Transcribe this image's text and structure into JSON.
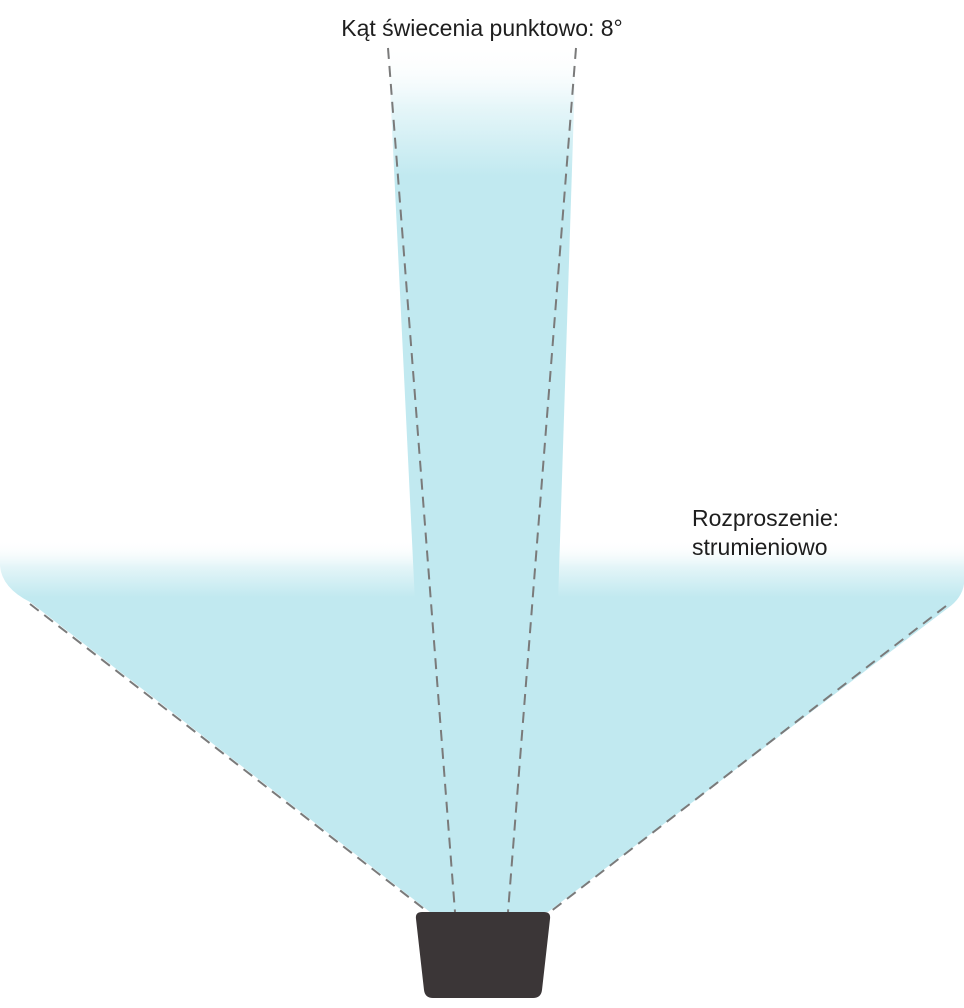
{
  "spot_beam": {
    "label": "Kąt świecenia punktowo: 8°"
  },
  "spread_beam": {
    "label_line1": "Rozproszenie:",
    "label_line2": "strumieniowo"
  },
  "colors": {
    "beam_fill": "#c1e9f0",
    "beam_edge_line": "#7a7a7a",
    "fixture_body": "#3b3637",
    "background": "#ffffff",
    "text": "#1e1e1e"
  }
}
